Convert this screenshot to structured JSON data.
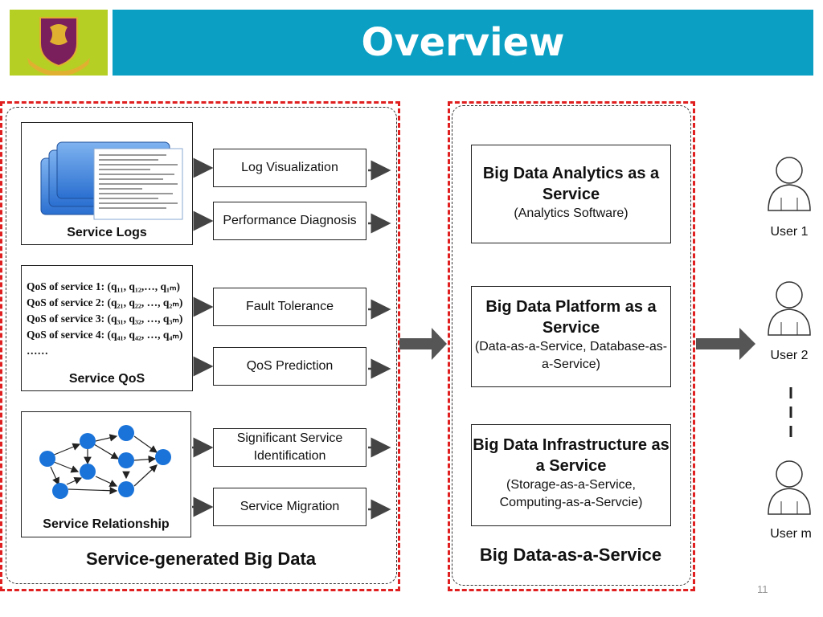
{
  "header": {
    "title": "Overview"
  },
  "left_panel": {
    "title": "Service-generated Big Data",
    "sources": [
      {
        "label": "Service Logs",
        "processes": [
          "Log Visualization",
          "Performance Diagnosis"
        ]
      },
      {
        "label": "Service QoS",
        "processes": [
          "Fault Tolerance",
          "QoS Prediction"
        ]
      },
      {
        "label": "Service Relationship",
        "processes": [
          "Significant Service Identification",
          "Service Migration"
        ]
      }
    ],
    "qos_lines": [
      "QoS of service 1: (q₁₁, q₁₂,…, q₁ₘ)",
      "QoS of service 2: (q₂₁, q₂₂, …, q₂ₘ)",
      "QoS of service 3: (q₃₁, q₃₂, …, q₃ₘ)",
      "QoS of service 4: (q₄₁, q₄₂, …, q₄ₘ)",
      "……"
    ]
  },
  "right_panel": {
    "title": "Big Data-as-a-Service",
    "services": [
      {
        "title": "Big Data Analytics as a Service",
        "subtitle": "(Analytics Software)"
      },
      {
        "title": "Big Data Platform as a Service",
        "subtitle": "(Data-as-a-Service, Database-as-a-Service)"
      },
      {
        "title": "Big Data Infrastructure as a Service",
        "subtitle": "(Storage-as-a-Service, Computing-as-a-Servcie)"
      }
    ]
  },
  "users": [
    "User 1",
    "User 2",
    "User m"
  ],
  "page_number": "11",
  "colors": {
    "title_bar": "#0b9fc3",
    "logo_bg": "#b6cf24",
    "dashed_border": "#e02020",
    "node": "#1a73d9"
  }
}
